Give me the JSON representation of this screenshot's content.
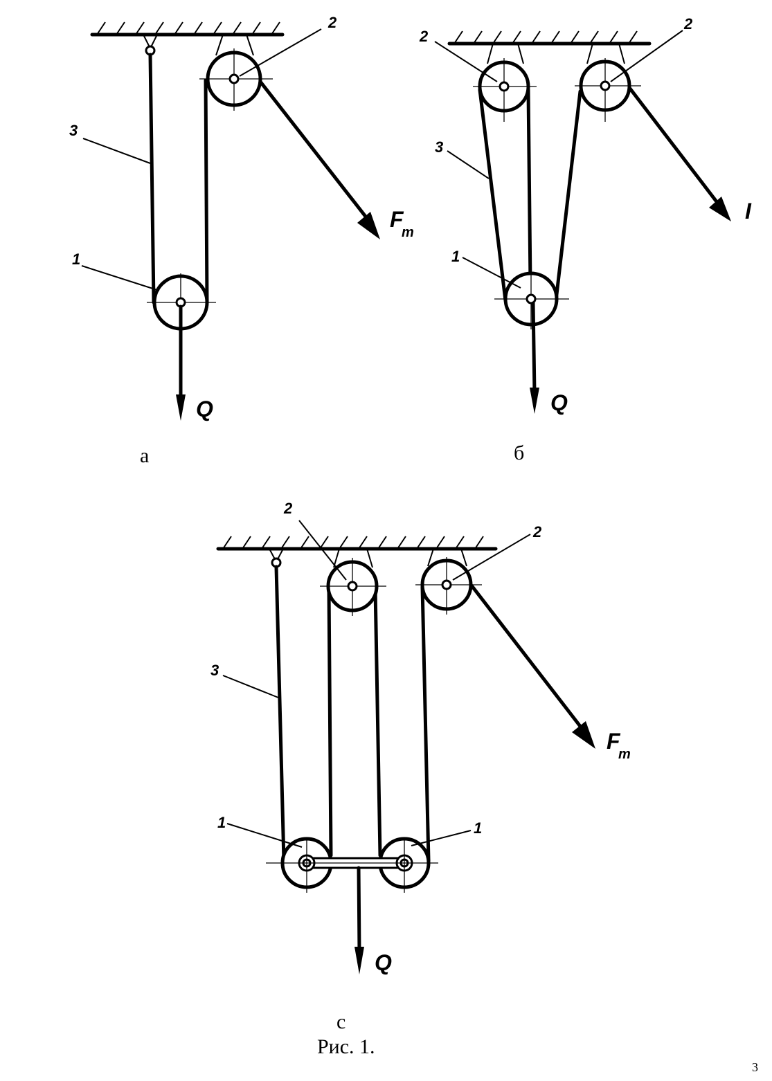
{
  "panel_a": {
    "tag": "а",
    "labels": {
      "load_pulley": "1",
      "fixed_pulley": "2",
      "rope": "3",
      "force": "F",
      "force_sub": "т",
      "load": "Q"
    }
  },
  "panel_b": {
    "tag": "б",
    "labels": {
      "fixed_pulley_left": "2",
      "fixed_pulley_right": "2",
      "rope": "3",
      "load_pulley": "1",
      "force": "I",
      "load": "Q"
    }
  },
  "panel_c": {
    "tag": "с",
    "labels": {
      "fixed_pulley_mid": "2",
      "fixed_pulley_right": "2",
      "rope": "3",
      "load_pulley_left": "1",
      "load_pulley_right": "1",
      "force": "F",
      "force_sub": "т",
      "load": "Q"
    }
  },
  "figure_caption": "Рис. 1.",
  "page_number": "3"
}
